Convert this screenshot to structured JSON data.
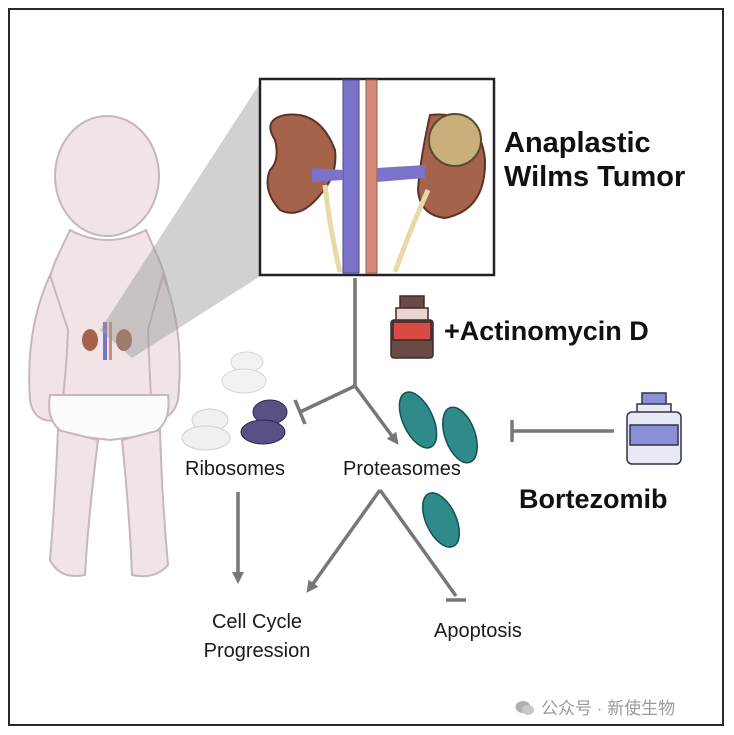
{
  "title_lines": [
    "Anaplastic",
    "Wilms Tumor"
  ],
  "drugs": {
    "actinomycin": "+Actinomycin D",
    "bortezomib": "Bortezomib"
  },
  "nodes": {
    "ribosomes": "Ribosomes",
    "proteasomes": "Proteasomes",
    "cell_cycle_lines": [
      "Cell Cycle",
      "Progression"
    ],
    "apoptosis": "Apoptosis"
  },
  "watermark": "公众号 · 新使生物",
  "colors": {
    "arrow": "#777777",
    "kidney": "#a4634a",
    "vein": "#7a73c9",
    "artery": "#d48a78",
    "tumor": "#c9b07a",
    "proteasome": "#2f8a8a",
    "ribosome_active": "#5b4f86",
    "vial_red": "#d74b44",
    "vial_blue": "#8d8fd6",
    "child_skin": "#f1e4e6"
  },
  "icons": [
    "child-figure",
    "kidney-inset",
    "actinomycin-vial",
    "bortezomib-vial",
    "ribosome-icon",
    "proteasome-icon",
    "wechat-icon"
  ]
}
